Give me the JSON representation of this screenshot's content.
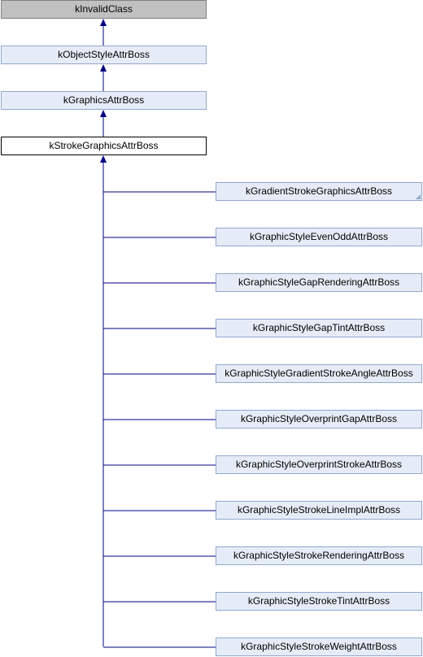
{
  "diagram": {
    "edge_color": "#000080",
    "ancestors": [
      {
        "label": "kInvalidClass",
        "style": "root"
      },
      {
        "label": "kObjectStyleAttrBoss",
        "style": "ancestor"
      },
      {
        "label": "kGraphicsAttrBoss",
        "style": "ancestor"
      }
    ],
    "current": {
      "label": "kStrokeGraphicsAttrBoss"
    },
    "children": [
      {
        "label": "kGradientStrokeGraphicsAttrBoss",
        "has_more": true
      },
      {
        "label": "kGraphicStyleEvenOddAttrBoss"
      },
      {
        "label": "kGraphicStyleGapRenderingAttrBoss"
      },
      {
        "label": "kGraphicStyleGapTintAttrBoss"
      },
      {
        "label": "kGraphicStyleGradientStrokeAngleAttrBoss"
      },
      {
        "label": "kGraphicStyleOverprintGapAttrBoss"
      },
      {
        "label": "kGraphicStyleOverprintStrokeAttrBoss"
      },
      {
        "label": "kGraphicStyleStrokeLineImplAttrBoss"
      },
      {
        "label": "kGraphicStyleStrokeRenderingAttrBoss"
      },
      {
        "label": "kGraphicStyleStrokeTintAttrBoss"
      },
      {
        "label": "kGraphicStyleStrokeWeightAttrBoss"
      }
    ]
  }
}
